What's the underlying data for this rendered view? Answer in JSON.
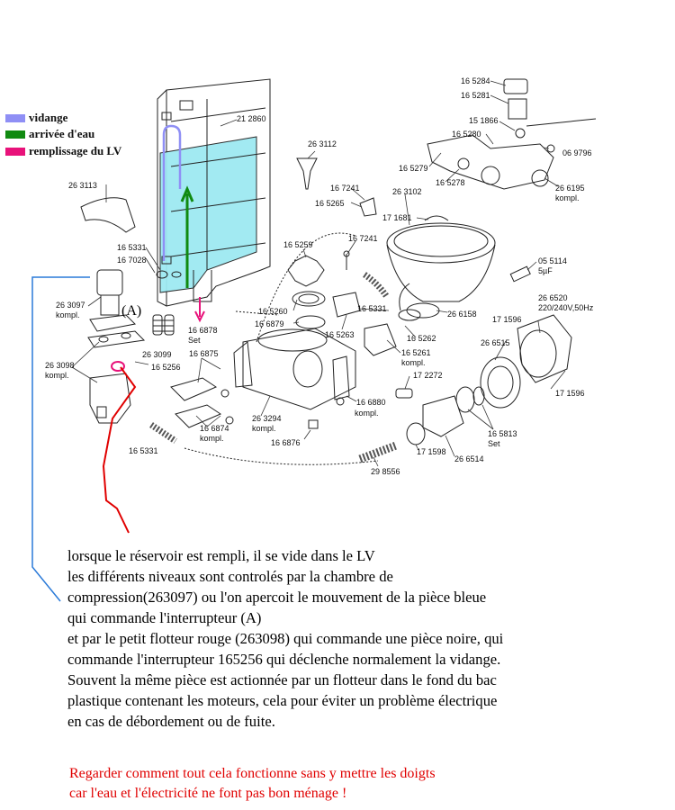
{
  "legend": [
    {
      "label": "vidange",
      "color": "#8f8ff5"
    },
    {
      "label": "arrivée d'eau",
      "color": "#108a10"
    },
    {
      "label": "remplissage du LV",
      "color": "#e8127a"
    }
  ],
  "colors": {
    "cyan_fill": "#9ee9f2",
    "red_line": "#e00000",
    "blue_line": "#2a7ad8"
  },
  "part_labels": {
    "p212860": "21 2860",
    "p263113": "26 3113",
    "p165331a": "16 5331",
    "p167028": "16 7028",
    "p263097": "26 3097",
    "p263097k": "kompl.",
    "pA": "(A)",
    "p263099": "26 3099",
    "p263098": "26 3098",
    "p263098k": "kompl.",
    "p165256": "16 5256",
    "p166875": "16 6875",
    "p166878": "16 6878",
    "p166878s": "Set",
    "p166874": "16 6874",
    "p166874k": "kompl.",
    "p165331b": "16 5331",
    "p263112": "26 3112",
    "p167241a": "16 7241",
    "p165265": "16 5265",
    "p263102": "26 3102",
    "p171681": "17 1681",
    "p167241b": "16 7241",
    "p165259": "16 5259",
    "p165260": "16 5260",
    "p166879": "16 6879",
    "p165263": "16 5263",
    "p165331c": "16 5331",
    "p165262": "16 5262",
    "p165261": "16 5261",
    "p165261k": "kompl.",
    "p263294": "26 3294",
    "p263294k": "kompl.",
    "p166876": "16 6876",
    "p166880": "16 6880",
    "p166880k": "kompl.",
    "p172272": "17 2272",
    "p171598": "17 1598",
    "p298556": "29 8556",
    "p266514": "26 6514",
    "p165813": "16 5813",
    "p165813s": "Set",
    "p266515": "26 6515",
    "p171596a": "17 1596",
    "p171596b": "17 1596",
    "p266520": "26 6520",
    "p266520v": "220/240V,50Hz",
    "p266158": "26 6158",
    "p055114": "05 5114",
    "p055114u": "5µF",
    "p165284": "16 5284",
    "p165281": "16 5281",
    "p151866": "15 1866",
    "p165280": "16 5280",
    "p069796": "06 9796",
    "p165279": "16 5279",
    "p165278": "16 5278",
    "p266195": "26 6195",
    "p266195k": "kompl."
  },
  "paragraph": [
    "lorsque le réservoir est rempli, il se vide dans le LV",
    "les différents niveaux sont controlés par la chambre de",
    "compression(263097) ou l'on apercoit le mouvement de la pièce bleue",
    "qui commande l'interrupteur (A)",
    "et par le petit flotteur rouge (263098) qui commande une pièce noire, qui",
    "commande l'interrupteur 165256 qui déclenche normalement la vidange.",
    "Souvent la même pièce est actionnée par un flotteur dans le fond du bac",
    "plastique contenant les moteurs, cela pour éviter un problème électrique",
    "en cas de débordement ou de fuite."
  ],
  "warning": [
    "Regarder comment tout cela fonctionne sans y mettre les doigts",
    "car l'eau et l'électricité ne font pas bon ménage !"
  ]
}
